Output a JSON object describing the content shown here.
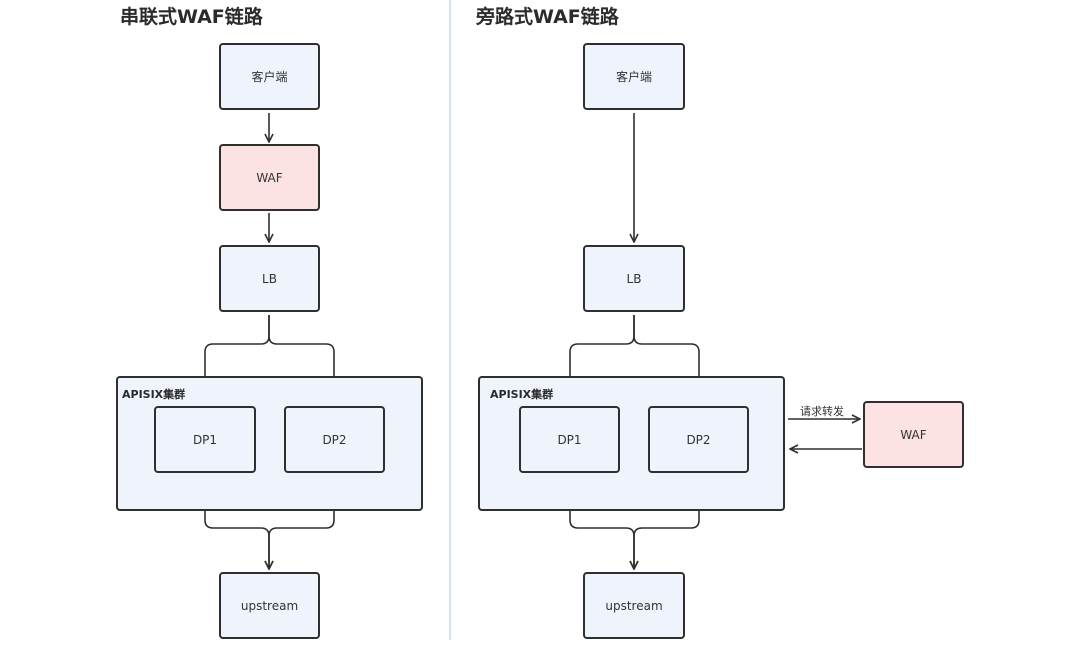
{
  "left": {
    "title": "串联式WAF链路",
    "nodes": {
      "client": "客户端",
      "waf": "WAF",
      "lb": "LB",
      "dp1": "DP1",
      "dp2": "DP2",
      "upstream": "upstream"
    },
    "cluster_label": "APISIX集群"
  },
  "right": {
    "title": "旁路式WAF链路",
    "nodes": {
      "client": "客户端",
      "lb": "LB",
      "dp1": "DP1",
      "dp2": "DP2",
      "upstream": "upstream",
      "waf": "WAF"
    },
    "cluster_label": "APISIX集群",
    "forward_label": "请求转发"
  },
  "colors": {
    "node_fill": "#eef3fc",
    "waf_fill": "#fde2e4",
    "stroke": "#2f2f2f",
    "divider": "#c9d6e3"
  }
}
